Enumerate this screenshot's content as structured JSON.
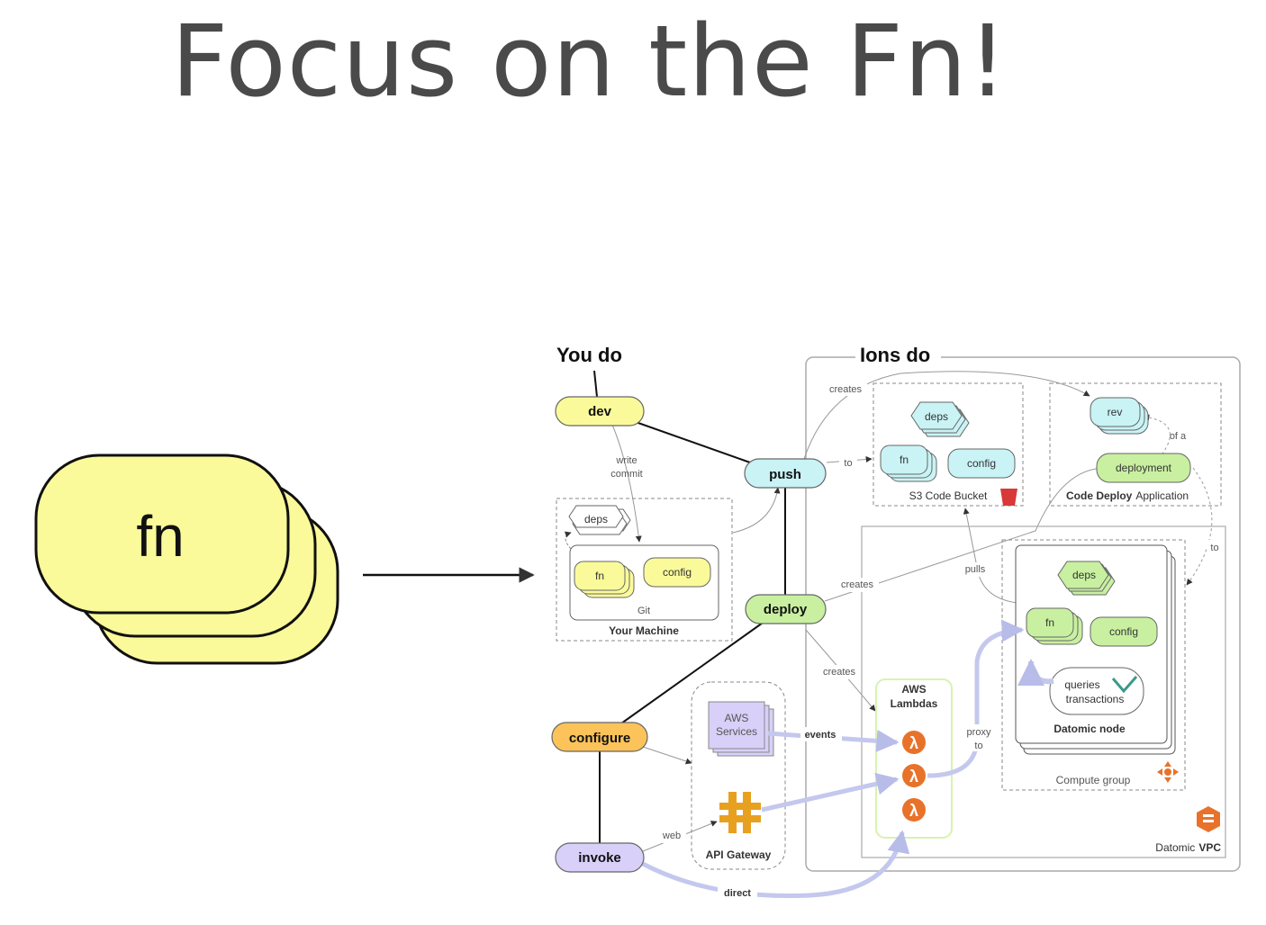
{
  "title": "Focus on the Fn!",
  "big_fn_label": "fn",
  "diagram": {
    "you_do": "You do",
    "ions_do": "Ions do",
    "nodes": {
      "dev": "dev",
      "push": "push",
      "deploy": "deploy",
      "configure": "configure",
      "invoke": "invoke"
    },
    "your_machine": {
      "title": "Your Machine",
      "git": "Git",
      "deps": "deps",
      "fn": "fn",
      "config": "config"
    },
    "s3": {
      "title": "S3 Code Bucket",
      "deps": "deps",
      "fn": "fn",
      "config": "config"
    },
    "code_deploy": {
      "title_bold": "Code Deploy",
      "title_rest": "Application",
      "rev": "rev",
      "deployment": "deployment",
      "of_a": "of a"
    },
    "compute": {
      "group_label": "Compute group",
      "node_label": "Datomic node",
      "deps": "deps",
      "fn": "fn",
      "config": "config",
      "queries": "queries",
      "transactions": "transactions"
    },
    "lambdas": {
      "line1": "AWS",
      "line2": "Lambdas",
      "glyph": "λ"
    },
    "aws_services": {
      "line1": "AWS",
      "line2": "Services"
    },
    "api_gateway": "API Gateway",
    "vpc": {
      "prefix": "Datomic",
      "bold": "VPC"
    },
    "labels": {
      "write": "write",
      "commit": "commit",
      "creates_top": "creates",
      "to": "to",
      "to_right": "to",
      "creates_mid": "creates",
      "pulls": "pulls",
      "creates_low": "creates",
      "events": "events",
      "proxy": "proxy",
      "proxy_to": "to",
      "web": "web",
      "direct": "direct"
    }
  },
  "colors": {
    "yellow": "#fafa9a",
    "cyan": "#c9f3f5",
    "green": "#c8f0a0",
    "orange": "#fbc35a",
    "purple": "#d8d0f8",
    "lambda": "#e8722a",
    "arrow_lavender": "#c4c8ee"
  }
}
